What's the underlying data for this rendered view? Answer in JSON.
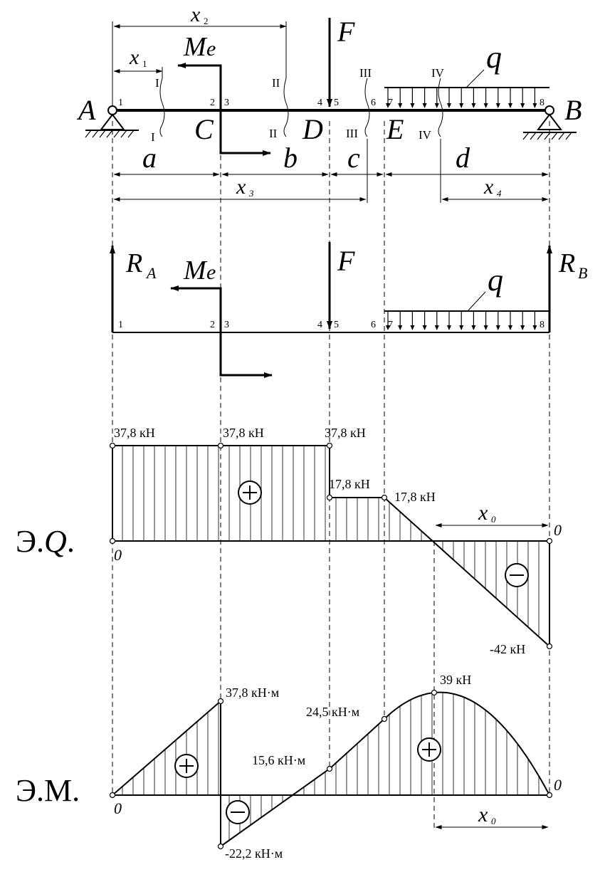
{
  "beam": {
    "supports": {
      "left": "A",
      "right": "B"
    },
    "points": {
      "C": "C",
      "D": "D",
      "E": "E"
    },
    "loads": {
      "force": "F",
      "moment": "M",
      "moment_sub": "e",
      "distributed": "q"
    },
    "segments": [
      "a",
      "b",
      "c",
      "d"
    ],
    "coords": {
      "x1": "x",
      "x2": "x",
      "x3": "x",
      "x4": "x",
      "sub1": "1",
      "sub2": "2",
      "sub3": "3",
      "sub4": "4"
    },
    "sections": [
      "I",
      "II",
      "III",
      "IV"
    ],
    "point_numbers": [
      "1",
      "2",
      "3",
      "4",
      "5",
      "6",
      "7",
      "8"
    ]
  },
  "fbd": {
    "reaction_a": "R",
    "reaction_a_sub": "A",
    "reaction_b": "R",
    "reaction_b_sub": "B",
    "force": "F",
    "moment": "M",
    "moment_sub": "e",
    "distributed": "q",
    "point_numbers": [
      "1",
      "2",
      "3",
      "4",
      "5",
      "6",
      "7",
      "8"
    ]
  },
  "shear_diagram": {
    "title": "Э.Q.",
    "labels": [
      "37,8 кН",
      "37,8 кН",
      "37,8 кН",
      "17,8 кН",
      "17,8 кН",
      "-42 кН"
    ],
    "zero_left": "0",
    "zero_right": "0",
    "plus_sign": "+",
    "minus_sign": "−",
    "x0_label": "x",
    "x0_sub": "0"
  },
  "moment_diagram": {
    "title": "Э.М.",
    "labels": [
      "37,8 кН·м",
      "-22,2 кН·м",
      "15,6 кН·м",
      "24,5 кН·м",
      "39 кН"
    ],
    "zero_left": "0",
    "zero_right": "0",
    "plus_sign": "+",
    "minus_sign": "−",
    "x0_label": "x",
    "x0_sub": "0"
  },
  "chart_data": [
    {
      "type": "area",
      "title": "Э.Q.",
      "points": [
        {
          "x": 0,
          "y": 0
        },
        {
          "x": 0,
          "y": 37.8
        },
        {
          "x": "C",
          "y": 37.8
        },
        {
          "x": "D",
          "y": 37.8
        },
        {
          "x": "D",
          "y": 17.8
        },
        {
          "x": "E",
          "y": 17.8
        },
        {
          "x": "B",
          "y": -42
        },
        {
          "x": "B",
          "y": 0
        }
      ]
    },
    {
      "type": "area",
      "title": "Э.М.",
      "points": [
        {
          "x": "A",
          "y": 0
        },
        {
          "x": "C",
          "y": 37.8
        },
        {
          "x": "C",
          "y": -22.2
        },
        {
          "x": "D",
          "y": 15.6
        },
        {
          "x": "E",
          "y": 24.5
        },
        {
          "x": "max",
          "y": 39
        },
        {
          "x": "B",
          "y": 0
        }
      ]
    }
  ]
}
